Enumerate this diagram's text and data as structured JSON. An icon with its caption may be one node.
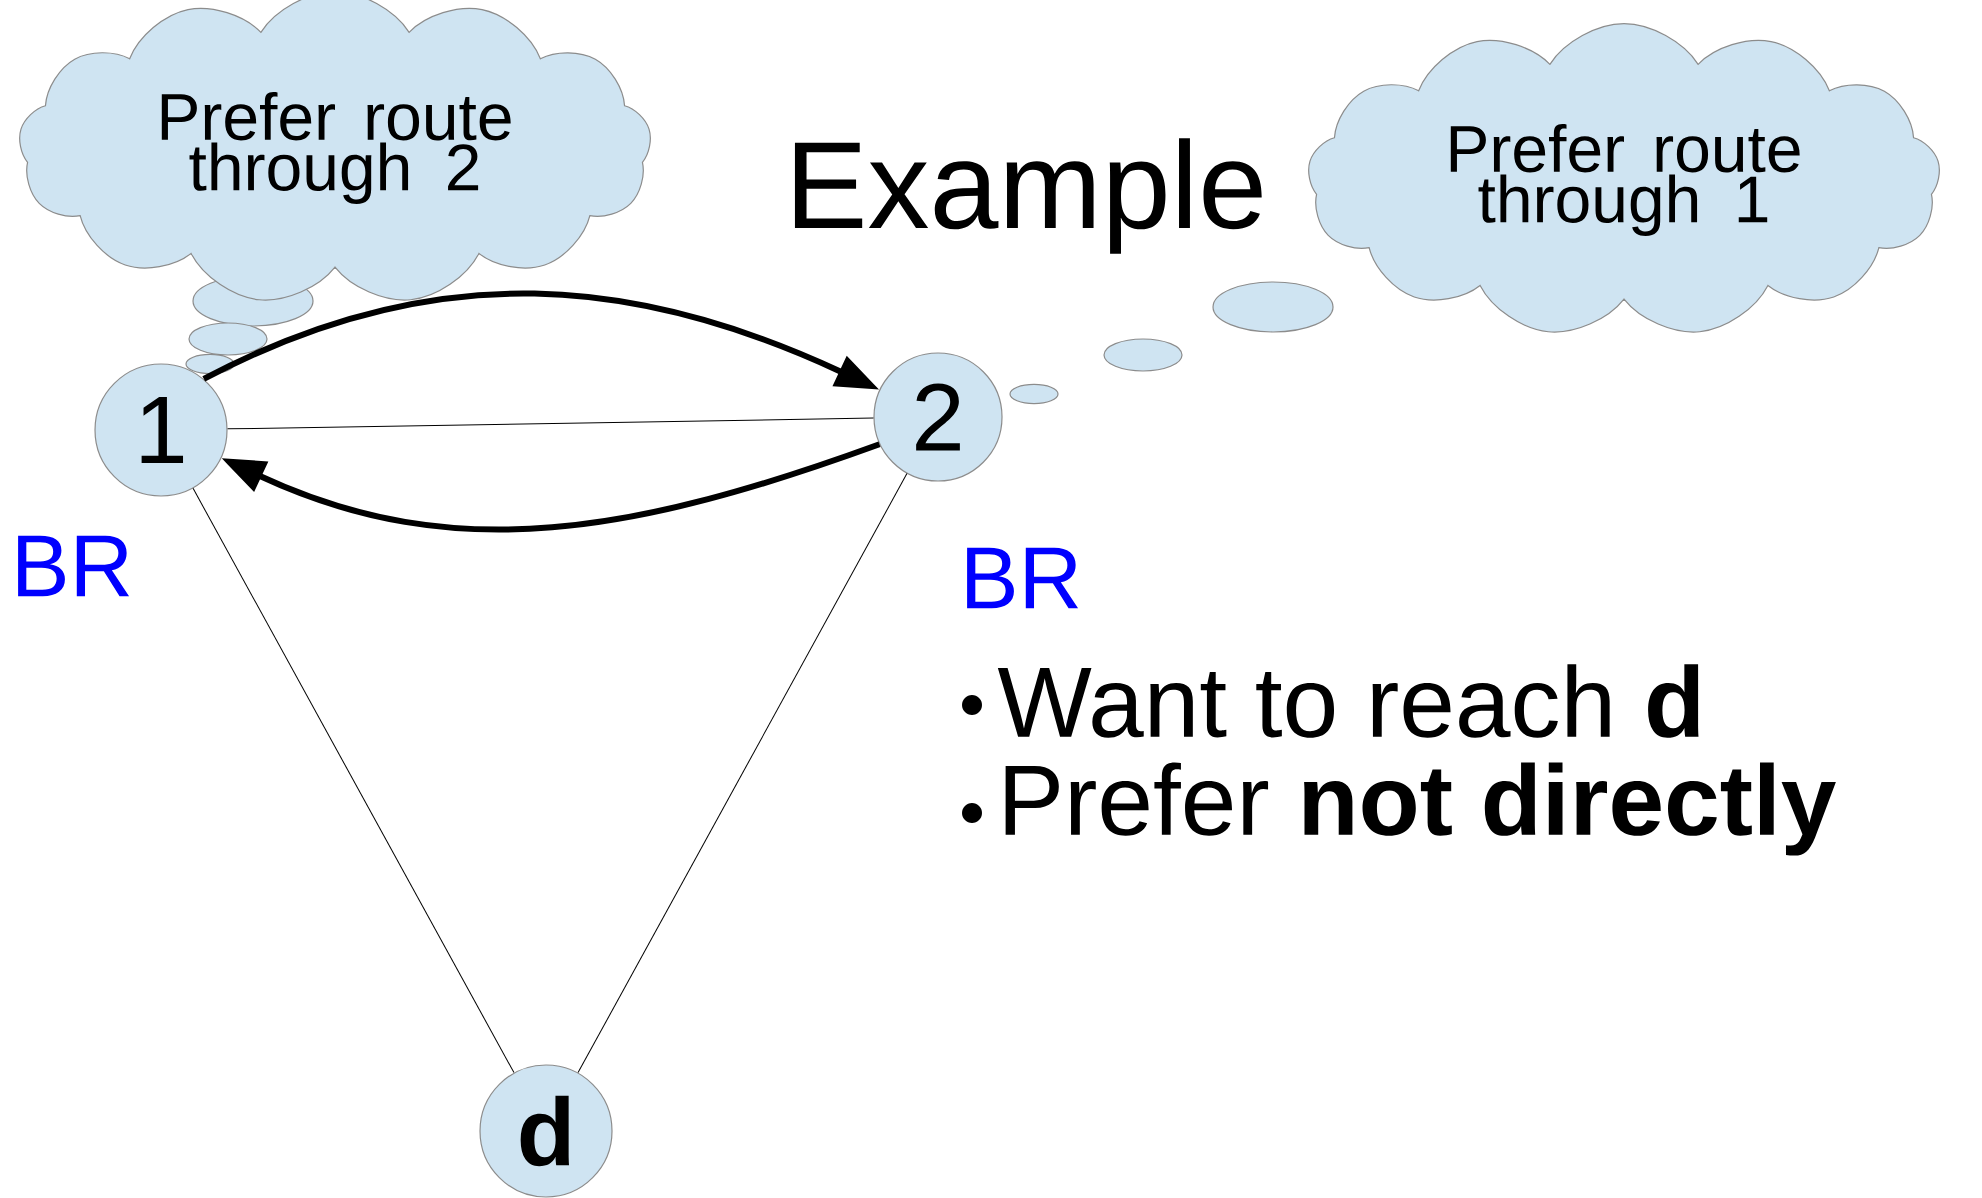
{
  "diagram": {
    "title": "Example",
    "nodes": [
      {
        "text": [
          "Prefer route through 2"
        ]
      },
      {
        "text": [
          "Prefer route through 1"
        ]
      },
      {
        "text": [
          "1"
        ],
        "beside": [
          "BR"
        ]
      },
      {
        "text": [
          "2"
        ],
        "beside": [
          "BR"
        ]
      },
      {
        "text": [
          "d"
        ]
      }
    ],
    "edges": [
      {
        "from": 2,
        "to": 3,
        "arrow": "to",
        "style": "thick"
      },
      {
        "from": 3,
        "to": 2,
        "arrow": "to",
        "style": "thick"
      },
      {
        "from": 2,
        "to": 3,
        "arrow": "none"
      },
      {
        "from": 2,
        "to": 4,
        "arrow": "none"
      },
      {
        "from": 3,
        "to": 4,
        "arrow": "none"
      }
    ],
    "labels": [
      "Want to reach **d**",
      "Prefer **not directly**"
    ]
  }
}
